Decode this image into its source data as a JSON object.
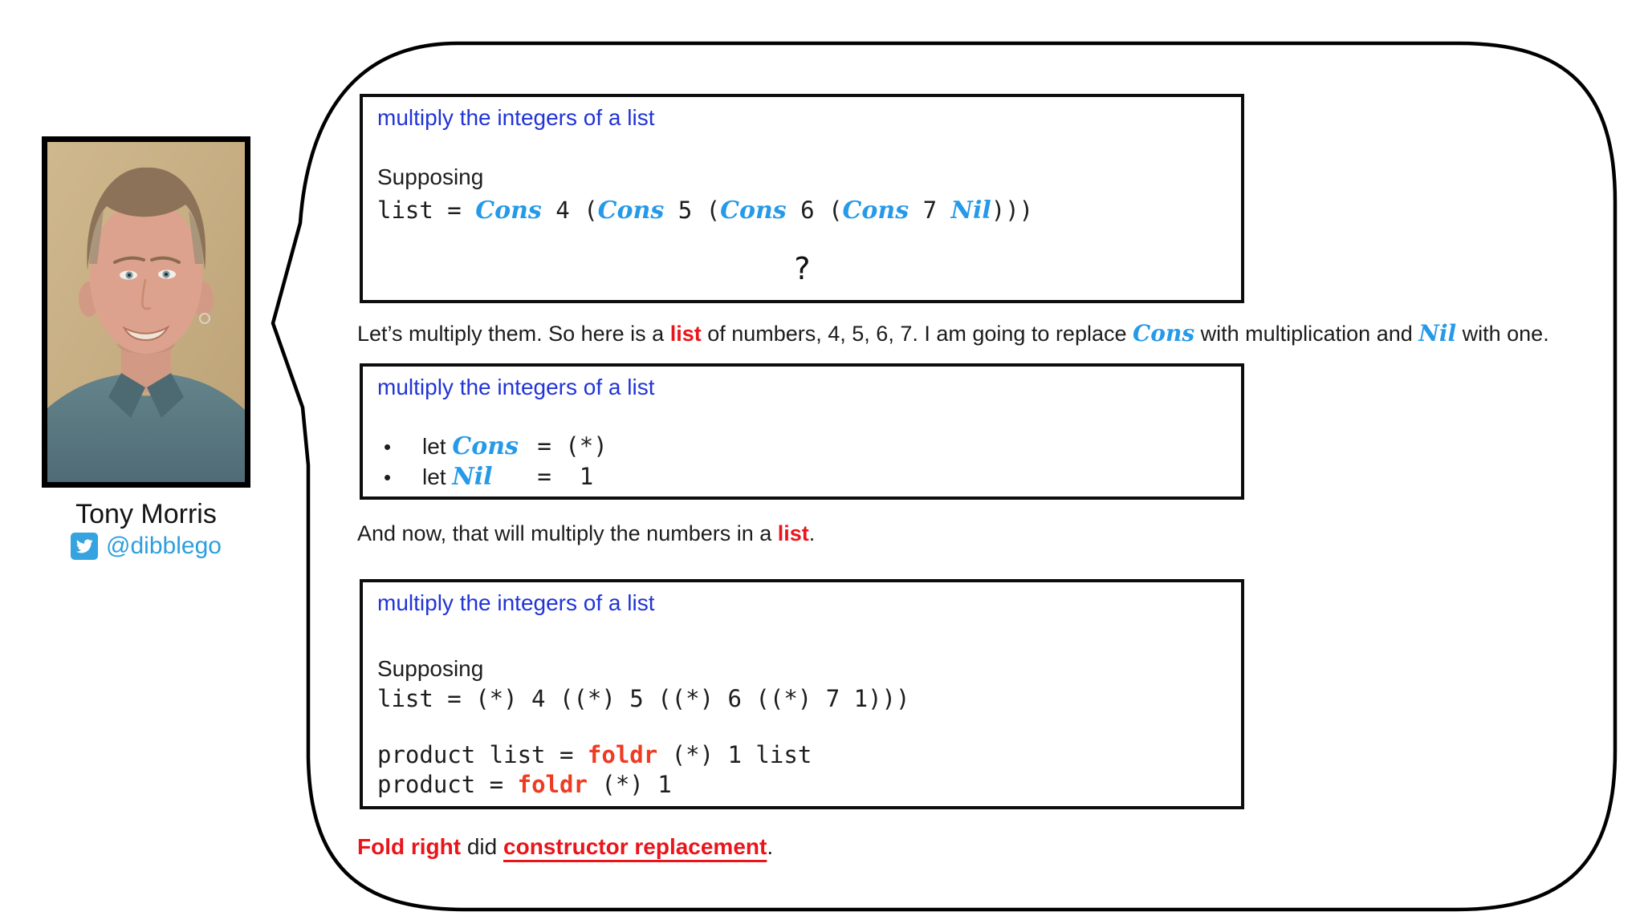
{
  "colors": {
    "title_blue": "#2134d6",
    "constructor_blue": "#259ae8",
    "accent_red": "#e9151b",
    "keyword_red": "#ef3b22",
    "twitter_blue": "#35a3df",
    "handle_blue": "#2b9fe0",
    "border_black": "#0d0d0d"
  },
  "profile": {
    "name": "Tony Morris",
    "handle": "@dibblego"
  },
  "bubble": {
    "box1": {
      "title": "multiply the integers of a list",
      "supposing": "Supposing",
      "code": {
        "s1": "list = ",
        "c1": "Cons",
        "s2": " 4 (",
        "c2": "Cons",
        "s3": " 5 (",
        "c3": "Cons",
        "s4": " 6 (",
        "c4": "Cons",
        "s5": " 7 ",
        "n": "Nil",
        "s6": ")))"
      },
      "question": "?"
    },
    "narration1": {
      "pre": "Let’s multiply them. So here is a ",
      "list": "list",
      "mid": " of numbers, 4, 5, 6, 7. I am going to replace ",
      "cons": "Cons",
      "mid2": " with multiplication and ",
      "nil": "Nil",
      "post": " with one."
    },
    "box2": {
      "title": "multiply the integers of a list",
      "bullets": [
        {
          "marker": "•",
          "kw": "let ",
          "name": "Cons",
          "code": "= (*)"
        },
        {
          "marker": "•",
          "kw": "let ",
          "name": "Nil",
          "code": "=  1"
        }
      ]
    },
    "narration2": {
      "pre": "And now, that will multiply the numbers in a ",
      "list": "list",
      "period": "."
    },
    "box3": {
      "title": "multiply the integers of a list",
      "supposing": "Supposing",
      "code1": "list = (*) 4 ((*) 5 ((*) 6 ((*) 7 1)))",
      "code2": {
        "pre": "product list = ",
        "kw": "foldr",
        "post": " (*) 1 list"
      },
      "code3": {
        "pre": "product = ",
        "kw": "foldr",
        "post": " (*) 1"
      }
    },
    "caption": {
      "lead": "Fold right",
      "mid": " did ",
      "underlined": "constructor replacement",
      "period": "."
    }
  }
}
